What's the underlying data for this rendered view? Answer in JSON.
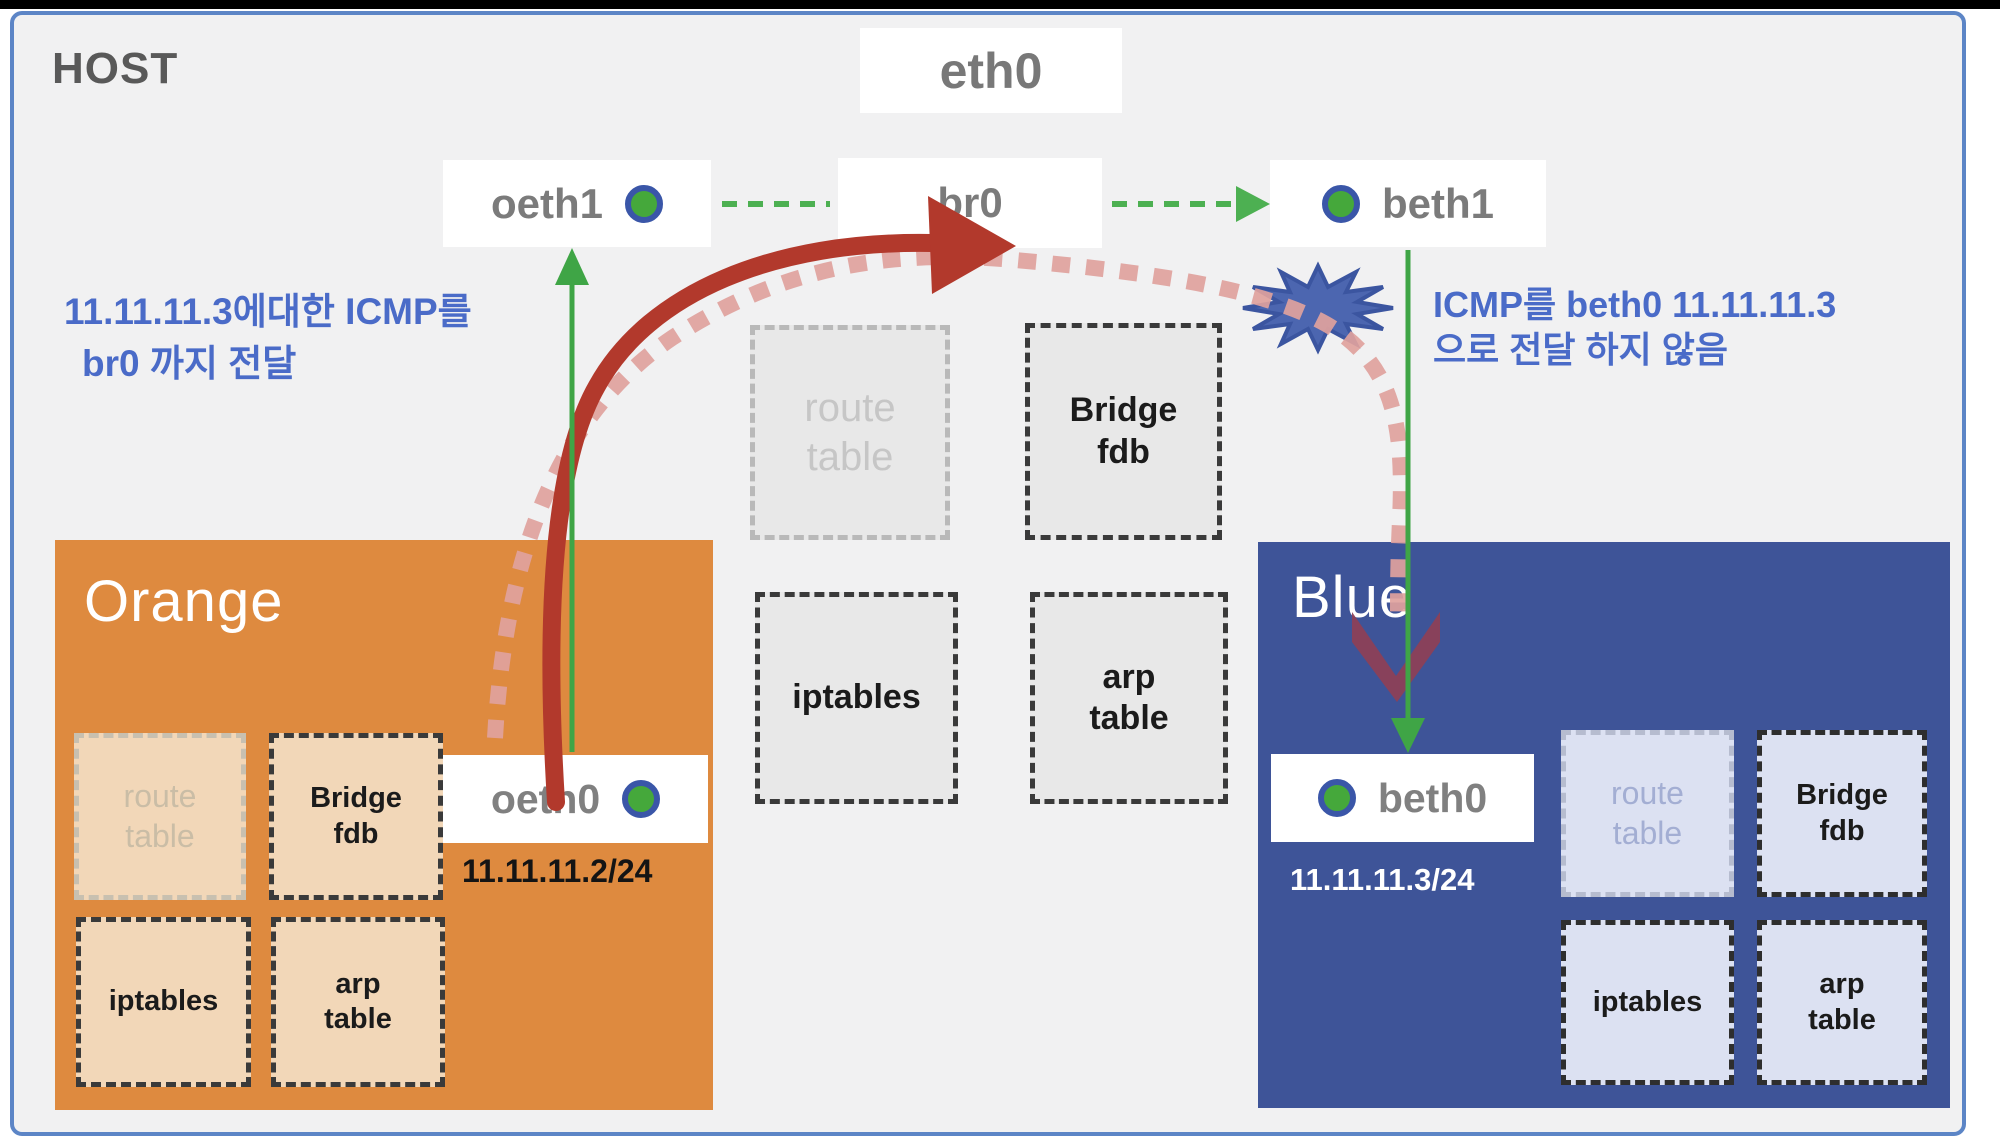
{
  "host": {
    "label": "HOST"
  },
  "interfaces": {
    "eth0": "eth0",
    "oeth1": "oeth1",
    "br0": "br0",
    "beth1": "beth1",
    "oeth0": "oeth0",
    "beth0": "beth0"
  },
  "tables": {
    "route": "route table",
    "bridge_fdb": "Bridge fdb",
    "iptables": "iptables",
    "arp": "arp table"
  },
  "namespaces": {
    "orange": {
      "title": "Orange",
      "ip": "11.11.11.2/24"
    },
    "blue": {
      "title": "Blue",
      "ip": "11.11.11.3/24"
    }
  },
  "annotations": {
    "left": {
      "line1": "11.11.11.3에대한 ICMP를",
      "line2": "br0 까지 전달"
    },
    "right": {
      "line1": "ICMP를  beth0 11.11.11.3",
      "line2": "으로 전달 하지 않음"
    }
  },
  "colors": {
    "orange_namespace": "#DE8A3F",
    "orange_table_fill": "#F2D7B8",
    "blue_namespace": "#3E5498",
    "blue_table_fill": "#DCE1F2",
    "host_background": "#F1F1F2",
    "host_border": "#5C85C6",
    "annotation_text": "#4A6BC8",
    "red_arrow": "#B2392C",
    "pink_dotted": "#E0A29D",
    "green_link": "#4DB052",
    "veth_dot_green": "#45A83B",
    "veth_dot_ring": "#3A56A8",
    "maroon_arrowhead": "#8C4057",
    "explosion_blue": "#4C66B0",
    "label_gray": "#7B7B7B"
  }
}
